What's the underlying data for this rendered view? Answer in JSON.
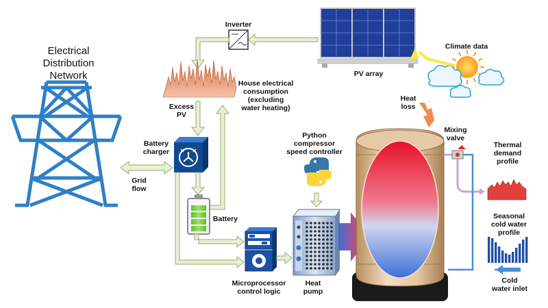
{
  "labels": {
    "network": "Electrical\nDistribution\nNetwork",
    "inverter": "Inverter",
    "pv_array": "PV array",
    "climate": "Climate data",
    "house": "House electrical\nconsumption\n(excluding\nwater heating)",
    "excess_pv": "Excess\nPV",
    "battery_charger": "Battery\ncharger",
    "grid_flow": "Grid\nflow",
    "battery": "Battery",
    "python": "Python\ncompressor\nspeed controller",
    "heat_loss": "Heat\nloss",
    "mixing_valve": "Mixing\nvalve",
    "thermal_demand": "Thermal\ndemand\nprofile",
    "seasonal": "Seasonal\ncold water\nprofile",
    "microprocessor": "Microprocessor\ncontrol logic",
    "heat_pump": "Heat\npump",
    "cold_water": "Cold\nwater inlet"
  },
  "icons": {
    "pylon": "transmission-tower-icon",
    "sun": "sun-icon",
    "python": "python-logo-icon",
    "lightning": "lightning-icon"
  },
  "colors": {
    "pylon": "#3a86c8",
    "arrow_fill": "#e8efd6",
    "arrow_stroke": "#9aa86e",
    "tank_shell": "#d9b994",
    "pipe": "#4a8fd6",
    "panel": "#1f3f9a"
  }
}
